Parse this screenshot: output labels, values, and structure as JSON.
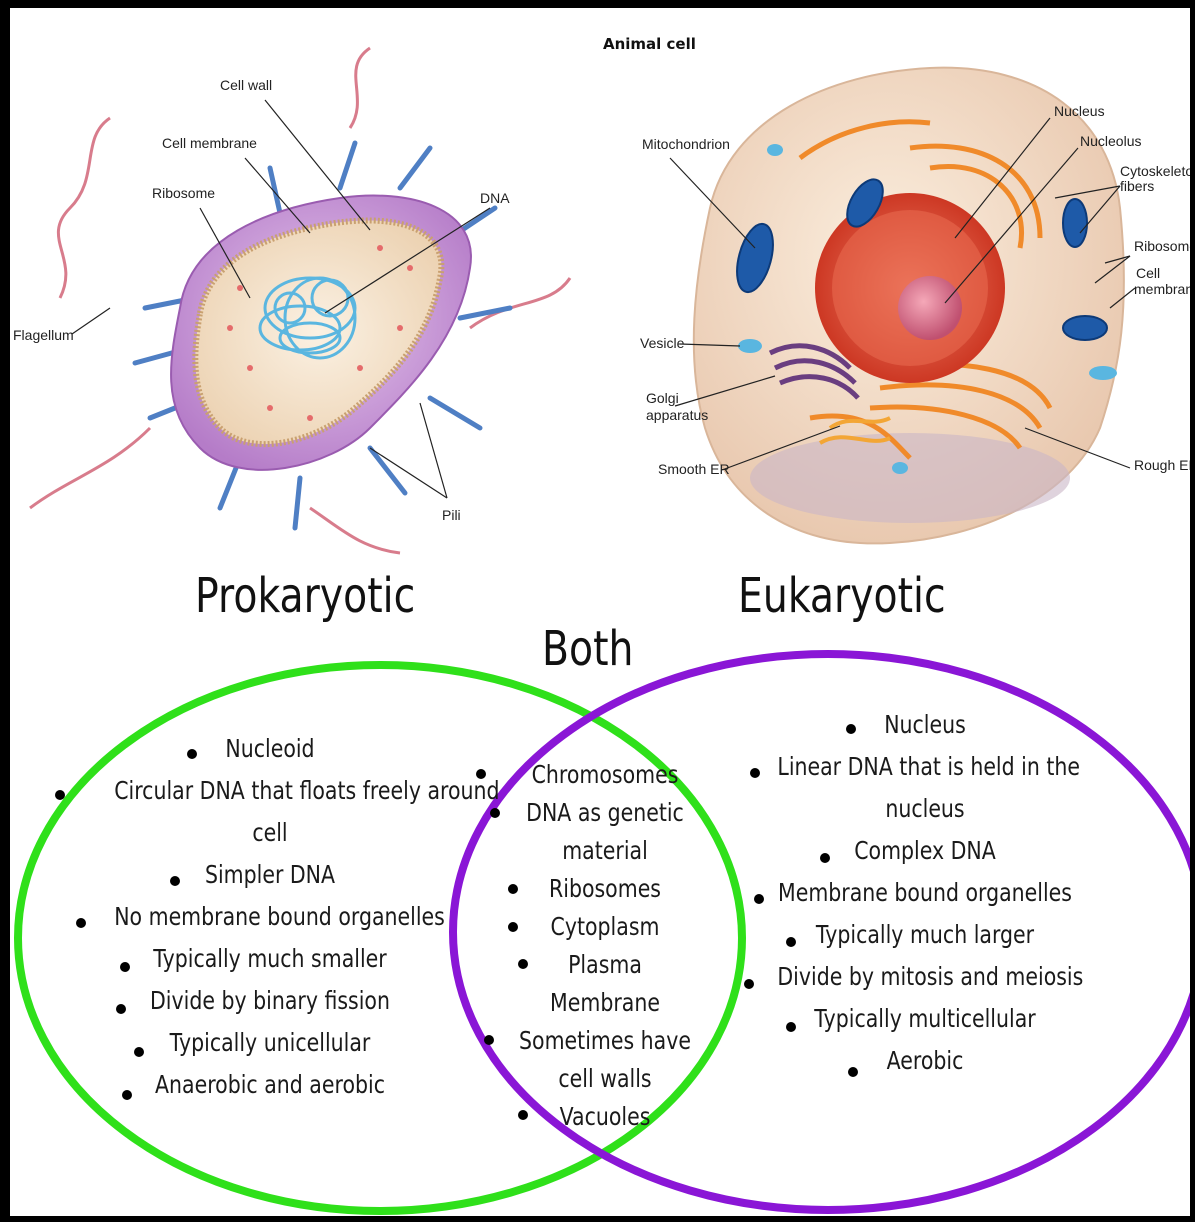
{
  "animal_cell_title": "Animal cell",
  "prokaryote_labels": {
    "cell_wall": "Cell wall",
    "cell_membrane": "Cell membrane",
    "ribosome": "Ribosome",
    "dna": "DNA",
    "flagellum": "Flagellum",
    "pili": "Pili"
  },
  "animal_labels": {
    "mitochondrion": "Mitochondrion",
    "nucleus": "Nucleus",
    "nucleolus": "Nucleolus",
    "cytoskeleton_1": "Cytoskeleton",
    "cytoskeleton_2": "fibers",
    "ribosomes": "Ribosomes",
    "cell_membrane_1": "Cell",
    "cell_membrane_2": "membrane",
    "vesicle": "Vesicle",
    "golgi_1": "Golgi",
    "golgi_2": "apparatus",
    "smooth_er": "Smooth ER",
    "rough_er": "Rough ER"
  },
  "venn": {
    "left_heading": "Prokaryotic",
    "right_heading": "Eukaryotic",
    "middle_heading": "Both",
    "left_color": "#2fe01a",
    "right_color": "#8a16d6",
    "left_items": [
      "Nucleoid",
      "Circular DNA that floats freely around",
      "cell",
      "Simpler DNA",
      "No membrane bound organelles",
      "Typically much smaller",
      "Divide by binary fission",
      "Typically unicellular",
      "Anaerobic and aerobic"
    ],
    "both_items": [
      "Chromosomes",
      "DNA as genetic",
      "material",
      "Ribosomes",
      "Cytoplasm",
      "Plasma",
      "Membrane",
      "Sometimes have",
      "cell walls",
      "Vacuoles"
    ],
    "right_items": [
      "Nucleus",
      "Linear DNA that is held in the",
      "nucleus",
      "Complex DNA",
      "Membrane bound organelles",
      "Typically much larger",
      "Divide by mitosis and meiosis",
      "Typically multicellular",
      "Aerobic"
    ]
  }
}
